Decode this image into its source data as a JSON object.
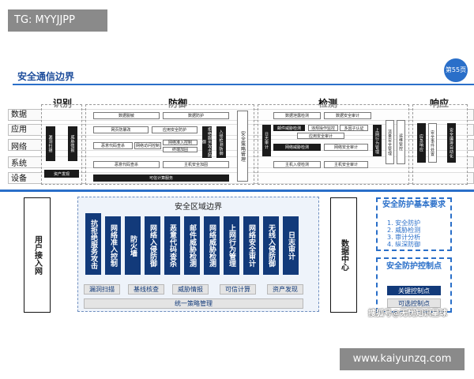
{
  "watermark_top": "TG: MYYJJPP",
  "watermark_bottom": "www.kaiyunzq.com",
  "watermark_sohu": "搜狐号@无忧知识星球",
  "title": "安全通信边界",
  "page_badge": "第55页",
  "rows": [
    "数据",
    "应用",
    "网络",
    "系统",
    "设备"
  ],
  "sections": [
    "识别",
    "防御",
    "检测",
    "响应"
  ],
  "identify": {
    "cols": [
      "漏洞扫描",
      "威胁情报"
    ],
    "asset": "资产发现"
  },
  "defense": {
    "top": [
      "数据脱敏",
      "数据防护"
    ],
    "app": [
      "网页防篡改",
      "应用安全防护"
    ],
    "net": [
      "恶意代码查杀",
      "网络访问控制",
      "网络准入控制",
      "终端加固"
    ],
    "sys": [
      "恶意代码查杀",
      "主机安全加固"
    ],
    "dev": "可信计算服务",
    "vcols": [
      "拒绝服务攻击防御",
      "入侵检测防御"
    ],
    "label": "安全策略管理"
  },
  "detect": {
    "top": [
      "数据泄露检测",
      "数据安全审计"
    ],
    "app": [
      "邮件威胁检测",
      "违规操作监控",
      "多因子认证"
    ],
    "app2": "应用安全审计",
    "net": [
      "网络威胁检测",
      "网络安全审计"
    ],
    "sys": [
      "主机入侵检测",
      "主机安全审计"
    ],
    "vcols": [
      "日志审计",
      "上网行为管理"
    ],
    "extra": [
      "流量安全管理",
      "运维管控"
    ]
  },
  "respond": {
    "cols": [
      "应急响应",
      "安全事件处置",
      "安全编排自动化"
    ]
  },
  "zone": {
    "title": "安全区域边界",
    "columns": [
      "抗拒绝服务攻击",
      "网络准入控制",
      "防火墙",
      "网络入侵防御",
      "恶意代码查杀",
      "邮件威胁检测",
      "网络威胁检测",
      "上网行为管理",
      "网络安全审计",
      "无线入侵防御",
      "日志审计"
    ],
    "bottom": [
      "漏洞扫描",
      "基线核查",
      "威胁情报",
      "可信计算",
      "资产发现"
    ],
    "policy": "统一策略管理"
  },
  "left_col": "用户接入网",
  "right_col": "数据中心",
  "side1": {
    "title": "安全防护基本要求",
    "items": [
      "1. 安全防护",
      "2. 威胁检测",
      "3. 审计分析",
      "4. 纵深防御"
    ]
  },
  "side2": {
    "title": "安全防护控制点",
    "btn1": "关键控制点",
    "btn2": "可选控制点"
  },
  "colors": {
    "accent": "#2a6fc9",
    "navy": "#123a7a"
  }
}
